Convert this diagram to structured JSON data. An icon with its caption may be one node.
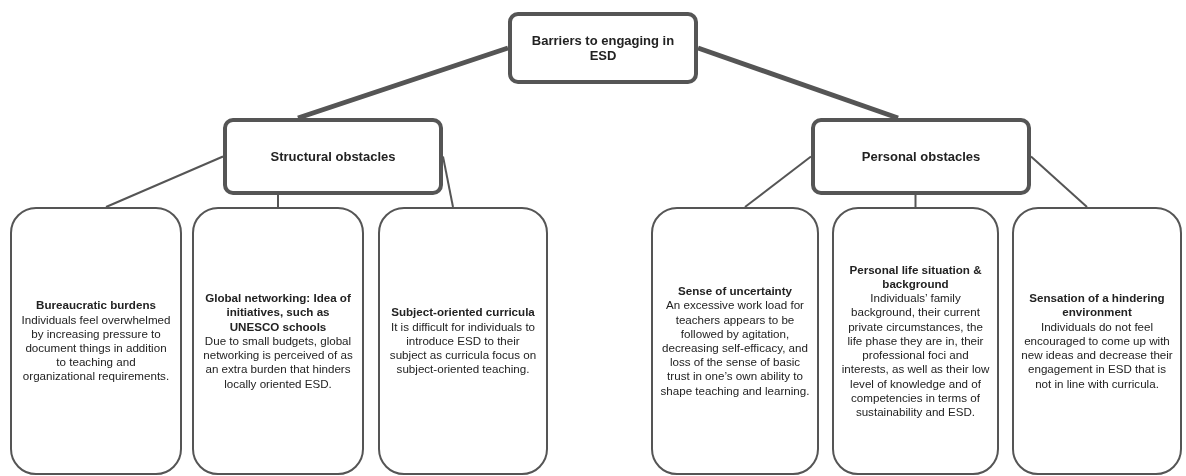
{
  "diagram": {
    "nodes": [
      {
        "text": [
          "Barriers to engaging in ESD"
        ]
      },
      {
        "text": [
          "Structural obstacles"
        ]
      },
      {
        "text": [
          "Personal obstacles"
        ]
      },
      {
        "text": [
          "Bureaucratic burdens",
          "Individuals feel overwhelmed by increasing pressure to document things in addition to teaching and organizational requirements."
        ]
      },
      {
        "text": [
          "Global networking: Idea of initiatives, such as UNESCO schools",
          "Due to small budgets, global networking is perceived of as an extra burden that hinders locally oriented ESD."
        ]
      },
      {
        "text": [
          "Subject-oriented curricula",
          "It is difficult for individuals to introduce ESD to their subject as curricula focus on subject-oriented teaching."
        ]
      },
      {
        "text": [
          "Sense of uncertainty",
          "An excessive work load for teachers appears to be followed by agitation, decreasing self-efficacy, and loss of the sense of basic trust in one’s own ability to shape teaching and learning."
        ]
      },
      {
        "text": [
          "Personal life situation & background",
          "Individuals’ family background, their current private circumstances, the life phase they are in, their professional foci and interests, as well as their low level of knowledge and of competencies in terms of sustainability and ESD."
        ]
      },
      {
        "text": [
          "Sensation of a hindering environment",
          "Individuals do not feel encouraged to come up with new ideas and decrease their engagement in ESD that is not in line with curricula."
        ]
      }
    ],
    "edges": [
      {
        "from": 0,
        "to": 1,
        "arrow": "none",
        "style": "thick"
      },
      {
        "from": 0,
        "to": 2,
        "arrow": "none",
        "style": "thick"
      },
      {
        "from": 1,
        "to": 3,
        "arrow": "none"
      },
      {
        "from": 1,
        "to": 4,
        "arrow": "none"
      },
      {
        "from": 1,
        "to": 5,
        "arrow": "none"
      },
      {
        "from": 2,
        "to": 6,
        "arrow": "none"
      },
      {
        "from": 2,
        "to": 7,
        "arrow": "none"
      },
      {
        "from": 2,
        "to": 8,
        "arrow": "none"
      }
    ]
  }
}
